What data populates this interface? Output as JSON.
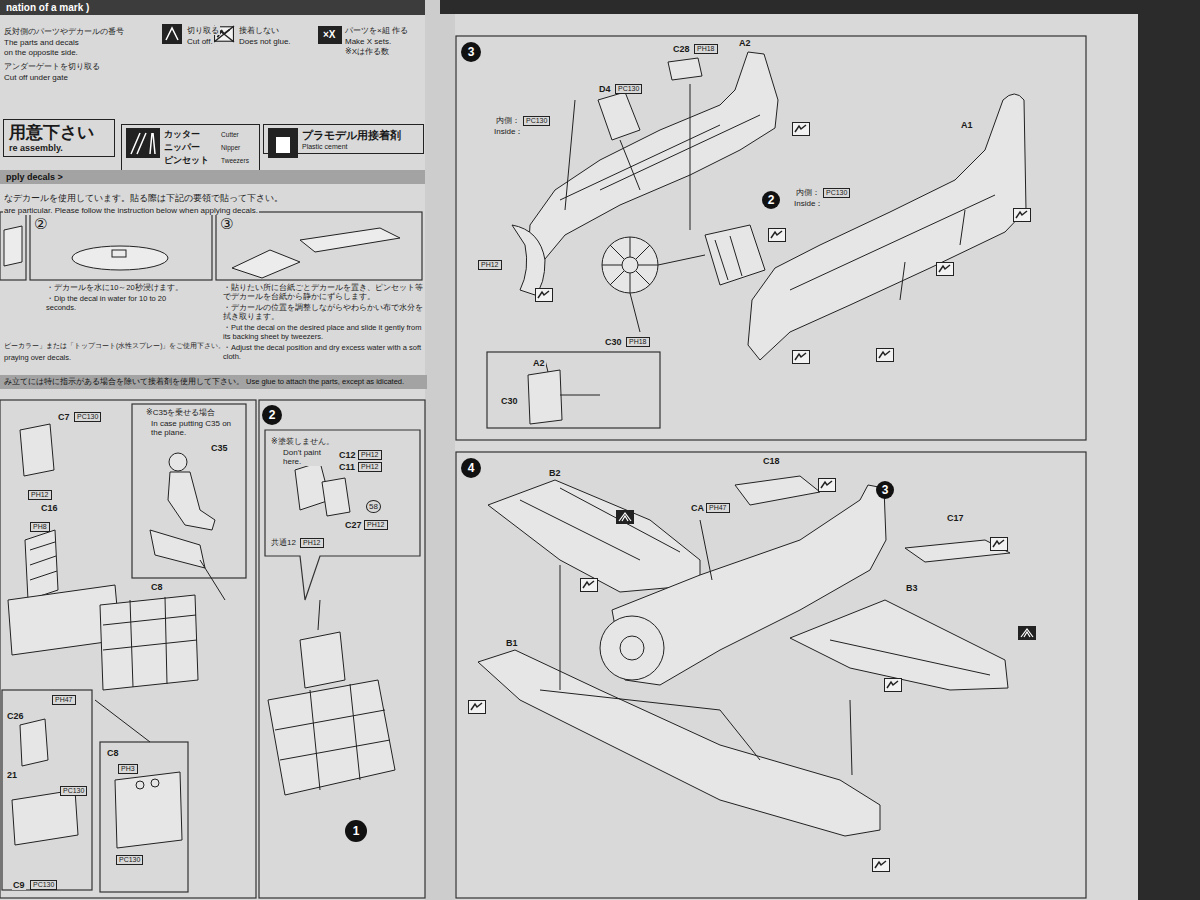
{
  "diagram": {
    "nodes": [
      {
        "text": [
          "nation of a mark )"
        ]
      },
      {
        "text": [
          "用意下さい",
          "re assembly."
        ]
      },
      {
        "text": [
          "カッター",
          "Cutter",
          "ニッパー",
          "Nipper",
          "ピンセット",
          "Tweezers"
        ]
      },
      {
        "text": [
          "プラモデル用接着剤",
          "Plastic cement"
        ]
      },
      {
        "text": [
          "pply decals >"
        ]
      },
      {
        "text": [
          "み立てには特に指示がある場合を除いて接着剤を使用して下さい。 Use glue to attach the parts, except as idicated."
        ]
      },
      {
        "text": [
          "2"
        ]
      },
      {
        "text": [
          "1"
        ]
      },
      {
        "text": [
          "3"
        ]
      },
      {
        "text": [
          "2"
        ]
      },
      {
        "text": [
          "4"
        ]
      },
      {
        "text": [
          "3"
        ]
      }
    ],
    "labels": [
      "反対側のパーツやデカールの番号",
      "The parts and decals",
      "on the opposite side.",
      "アンダーゲートを切り取る",
      "Cut off under gate",
      "切り取る",
      "Cut off.",
      "接着しない",
      "Does not glue.",
      "×X",
      "パーツを×組 作る",
      "Make X sets.",
      "※Xは作る数",
      "なデカールを使用しています。貼る際は下記の要領で貼って下さい。",
      "are particular. Please follow the instruction below when applying decals.",
      "②",
      "③",
      "・デカールを水に10～20秒浸けます。",
      "・Dip the decal in water for 10 to 20 seconds.",
      "・貼りたい所に台紙ごとデカールを置き、ピンセット等でデカールを台紙から静かにずらします。",
      "・デカールの位置を調整しながらやわらかい布で水分を拭き取ります。",
      "・Put the decal on the desired place and slide it gently from its backing sheet by tweezers.",
      "・Adjust the decal position and dry excess water with a soft cloth.",
      "ビーカラー」または「トップコート(水性スプレー)」をご使用下さい。",
      "praying over decals.",
      "C7",
      "PC130",
      "※C35を乗せる場合",
      "In case putting C35 on the plane.",
      "C35",
      "PH12",
      "C16",
      "PH8",
      "C8",
      "PH47",
      "C26",
      "21",
      "PC130",
      "C8",
      "PH3",
      "PC130",
      "C9",
      "PC130",
      "※塗装しません。",
      "Don't paint here.",
      "C12",
      "PH12",
      "C11",
      "PH12",
      "58",
      "C27",
      "PH12",
      "共通12",
      "PH12",
      "C28",
      "PH18",
      "A2",
      "D4",
      "PC130",
      "内側：",
      "PC130",
      "Inside：",
      "A1",
      "内側：",
      "PC130",
      "Inside：",
      "PH12",
      "C30",
      "PH18",
      "A2",
      "C30",
      "B2",
      "C18",
      "CA",
      "PH47",
      "C17",
      "B3",
      "B1"
    ]
  }
}
